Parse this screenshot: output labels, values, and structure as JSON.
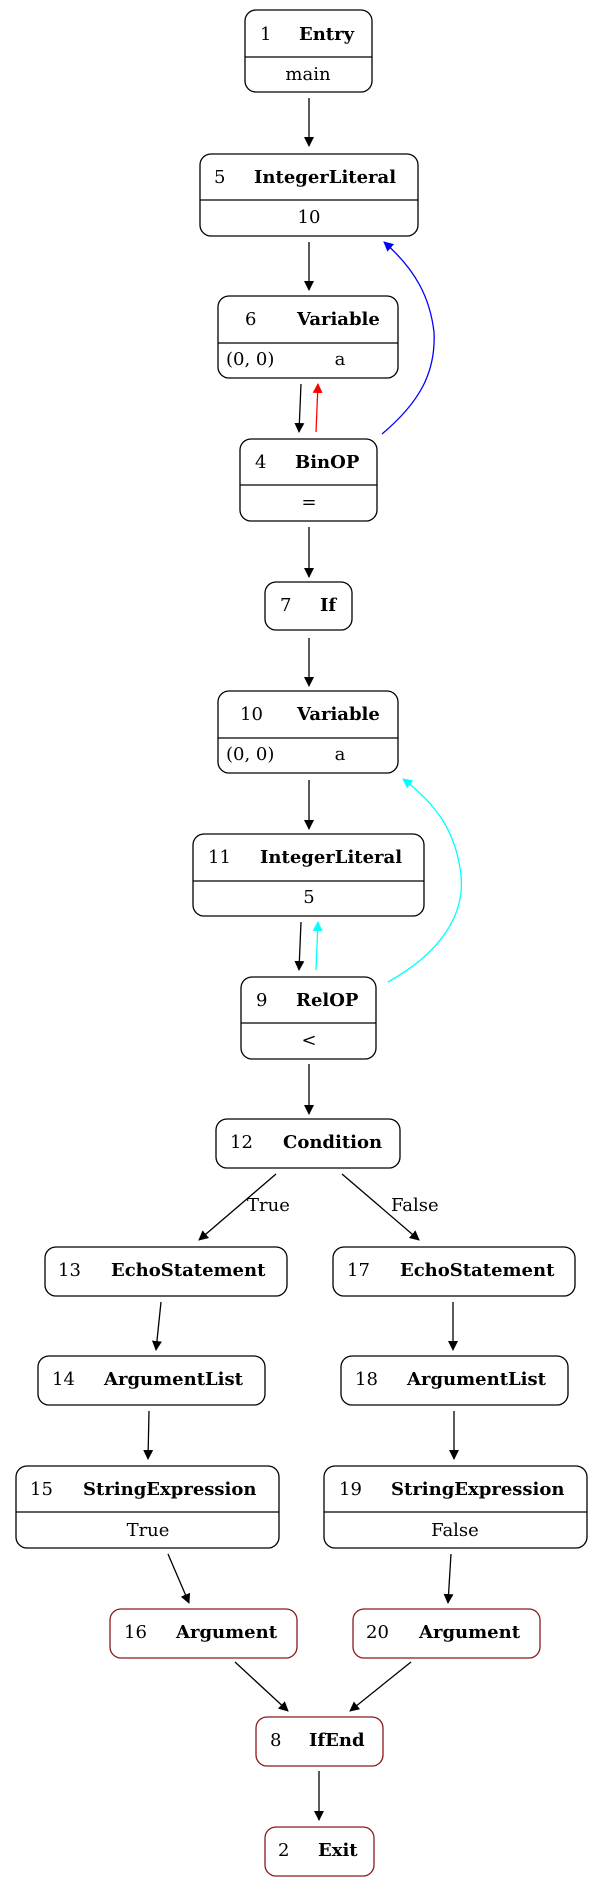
{
  "nodes": {
    "n1": {
      "id": "1",
      "kind": "Entry",
      "value": "main"
    },
    "n5": {
      "id": "5",
      "kind": "IntegerLiteral",
      "value": "10"
    },
    "n6": {
      "id": "6",
      "kind": "Variable",
      "pos": "(0, 0)",
      "value": "a"
    },
    "n4": {
      "id": "4",
      "kind": "BinOP",
      "value": "="
    },
    "n7": {
      "id": "7",
      "kind": "If"
    },
    "n10": {
      "id": "10",
      "kind": "Variable",
      "pos": "(0, 0)",
      "value": "a"
    },
    "n11": {
      "id": "11",
      "kind": "IntegerLiteral",
      "value": "5"
    },
    "n9": {
      "id": "9",
      "kind": "RelOP",
      "value": "<"
    },
    "n12": {
      "id": "12",
      "kind": "Condition"
    },
    "n13": {
      "id": "13",
      "kind": "EchoStatement"
    },
    "n17": {
      "id": "17",
      "kind": "EchoStatement"
    },
    "n14": {
      "id": "14",
      "kind": "ArgumentList"
    },
    "n18": {
      "id": "18",
      "kind": "ArgumentList"
    },
    "n15": {
      "id": "15",
      "kind": "StringExpression",
      "value": "True"
    },
    "n19": {
      "id": "19",
      "kind": "StringExpression",
      "value": "False"
    },
    "n16": {
      "id": "16",
      "kind": "Argument"
    },
    "n20": {
      "id": "20",
      "kind": "Argument"
    },
    "n8": {
      "id": "8",
      "kind": "IfEnd"
    },
    "n2": {
      "id": "2",
      "kind": "Exit"
    }
  },
  "edge_labels": {
    "true_label": "True",
    "false_label": "False"
  },
  "colors": {
    "default_border": "#000000",
    "exit_path_border": "#8b1a1a",
    "data_flow_blue": "#0000ff",
    "data_flow_red": "#ff0000",
    "data_flow_cyan": "#00ffff"
  }
}
